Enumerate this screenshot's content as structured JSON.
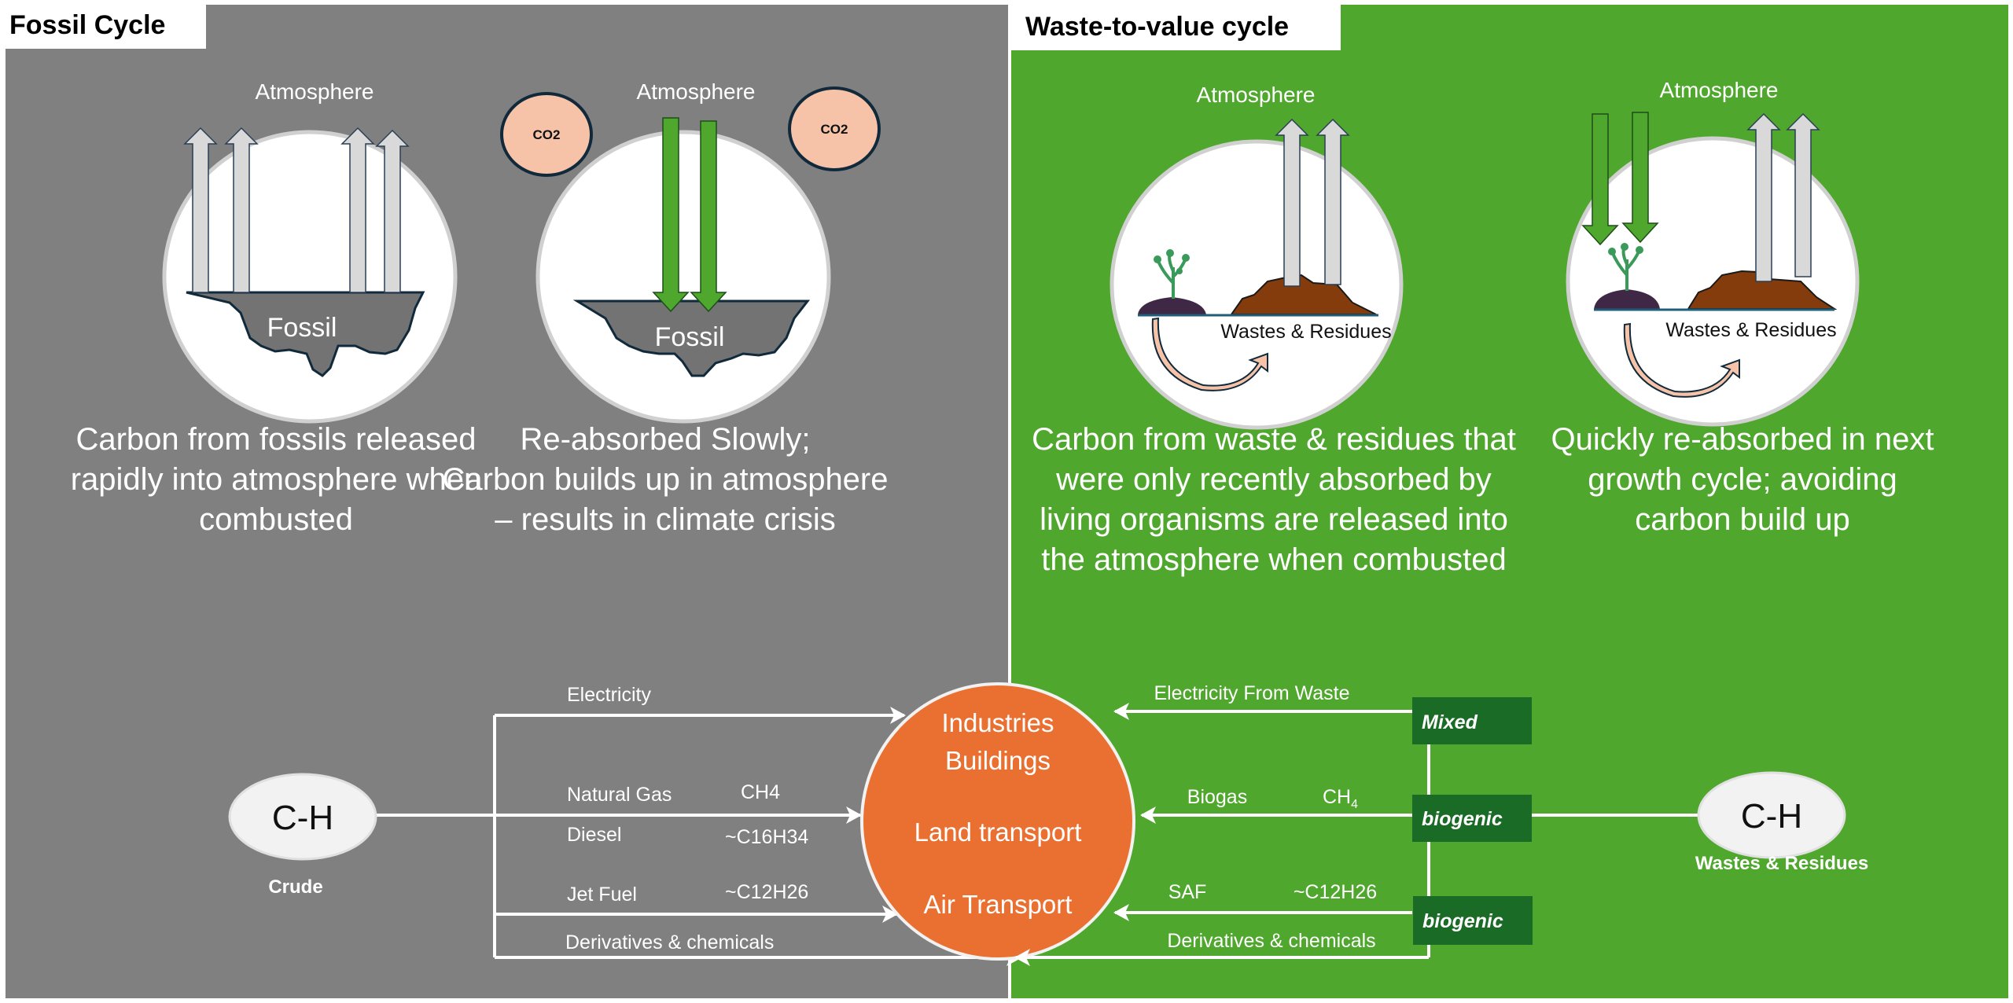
{
  "colors": {
    "fossil_panel": "#808080",
    "waste_panel": "#4fa72d",
    "hub": "#ea7032",
    "label_box": "#1a6b25",
    "co2_bubble": "#f6c3a8",
    "upward_arrow": "#d9d9d9",
    "downward_arrow": "#4fa72d",
    "soil": "#843c0c",
    "mound": "#3f2845"
  },
  "fossil_panel": {
    "title": "Fossil Cycle",
    "scene_1": {
      "atmosphere_label": "Atmosphere",
      "ground_label": "Fossil",
      "caption": [
        "Carbon from fossils released",
        "rapidly into atmosphere when",
        "combusted"
      ]
    },
    "scene_2": {
      "atmosphere_label": "Atmosphere",
      "ground_label": "Fossil",
      "bubble_left": "CO2",
      "bubble_right": "CO2",
      "caption": [
        "Re-absorbed Slowly;",
        "Carbon builds up in atmosphere",
        "– results in climate crisis"
      ]
    },
    "source": {
      "symbol": "C-H",
      "label": "Crude"
    },
    "flows": {
      "electricity": "Electricity",
      "natural_gas": "Natural Gas",
      "natural_gas_formula": "CH4",
      "diesel": "Diesel",
      "diesel_formula": "~C16H34",
      "jet_fuel": "Jet Fuel",
      "jet_fuel_formula": "~C12H26",
      "derivatives": "Derivatives & chemicals"
    }
  },
  "waste_panel": {
    "title": "Waste-to-value cycle",
    "scene_3": {
      "atmosphere_label": "Atmosphere",
      "ground_label": "Wastes & Residues",
      "caption": [
        "Carbon from waste & residues that",
        "were only recently absorbed by",
        "living organisms are released into",
        "the atmosphere when combusted"
      ]
    },
    "scene_4": {
      "atmosphere_label": "Atmosphere",
      "ground_label": "Wastes & Residues",
      "caption": [
        "Quickly re-absorbed in next",
        "growth cycle; avoiding",
        "carbon build up"
      ]
    },
    "source": {
      "symbol": "C-H",
      "label": "Wastes & Residues"
    },
    "boxes": [
      "Mixed",
      "biogenic",
      "biogenic"
    ],
    "flows": {
      "electricity": "Electricity From Waste",
      "biogas": "Biogas",
      "biogas_formula": "CH",
      "biogas_formula_sub": "4",
      "saf": "SAF",
      "saf_formula": "~C12H26",
      "derivatives": "Derivatives & chemicals"
    }
  },
  "hub": {
    "lines": [
      "Industries",
      "Buildings",
      "Land transport",
      "Air Transport"
    ]
  }
}
